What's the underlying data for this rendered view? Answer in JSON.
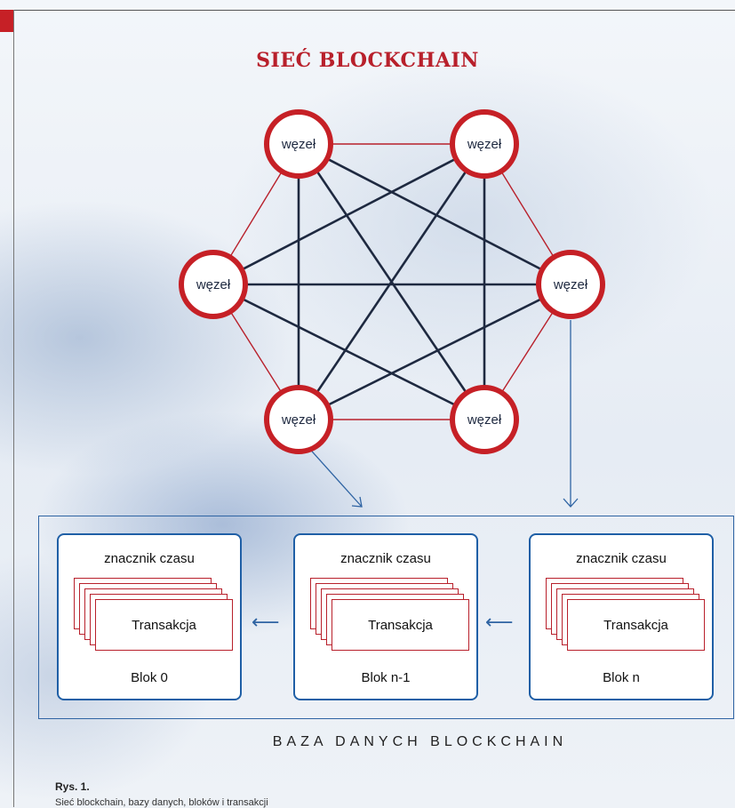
{
  "title": "SIEĆ BLOCKCHAIN",
  "network": {
    "nodes": [
      {
        "id": "n1",
        "label": "węzeł"
      },
      {
        "id": "n2",
        "label": "węzeł"
      },
      {
        "id": "n3",
        "label": "węzeł"
      },
      {
        "id": "n4",
        "label": "węzeł"
      },
      {
        "id": "n5",
        "label": "węzeł"
      },
      {
        "id": "n6",
        "label": "węzeł"
      }
    ],
    "perimeter_color": "#b8202b",
    "cross_link_color": "#1e2940",
    "node_ring_color": "#c62026"
  },
  "database": {
    "label": "BAZA DANYCH BLOCKCHAIN",
    "blocks": [
      {
        "name": "Blok 0",
        "timestamp_label": "znacznik czasu",
        "transaction_label": "Transakcja"
      },
      {
        "name": "Blok n-1",
        "timestamp_label": "znacznik czasu",
        "transaction_label": "Transakcja"
      },
      {
        "name": "Blok n",
        "timestamp_label": "znacznik czasu",
        "transaction_label": "Transakcja"
      }
    ],
    "arrow_glyph": "⟵",
    "frame_color": "#2f64a3"
  },
  "caption": {
    "title": "Rys. 1.",
    "text": "Sieć blockchain, bazy danych, bloków i transakcji"
  }
}
